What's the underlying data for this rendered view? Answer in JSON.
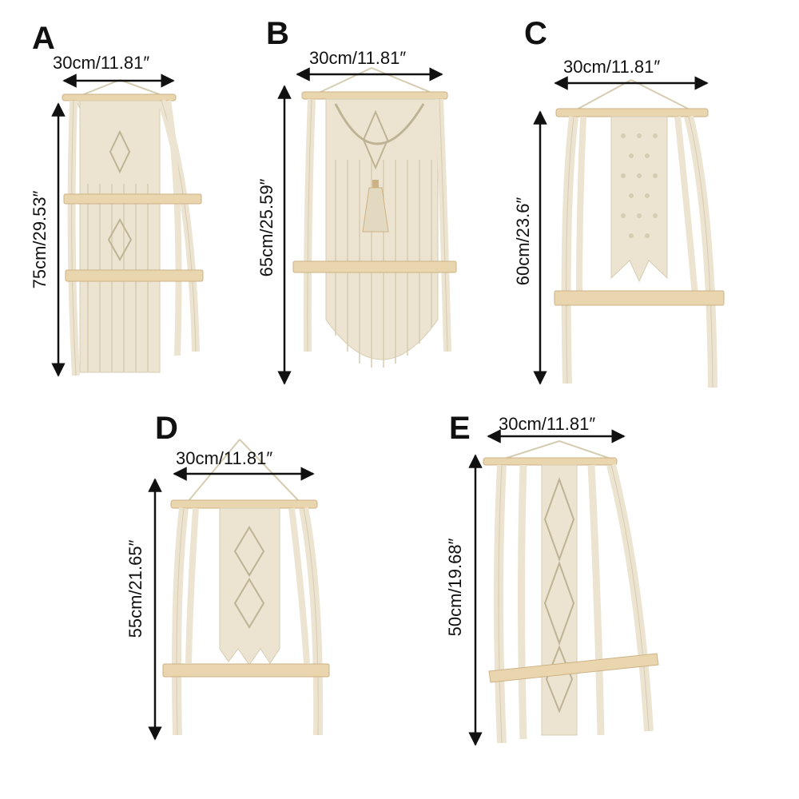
{
  "colors": {
    "background": "#ffffff",
    "rope": "#ece4d0",
    "rope_shade": "#d6ccb2",
    "wood": "#ead6ae",
    "wood_edge": "#cdb285",
    "arrow": "#111111"
  },
  "panels": [
    {
      "letter": "A",
      "width": "30cm/11.81″",
      "height": "75cm/29.53″",
      "shelves": 2
    },
    {
      "letter": "B",
      "width": "30cm/11.81″",
      "height": "65cm/25.59″",
      "shelves": 1
    },
    {
      "letter": "C",
      "width": "30cm/11.81″",
      "height": "60cm/23.6″",
      "shelves": 1
    },
    {
      "letter": "D",
      "width": "30cm/11.81″",
      "height": "55cm/21.65″",
      "shelves": 1
    },
    {
      "letter": "E",
      "width": "30cm/11.81″",
      "height": "50cm/19.68″",
      "shelves": 1
    }
  ]
}
